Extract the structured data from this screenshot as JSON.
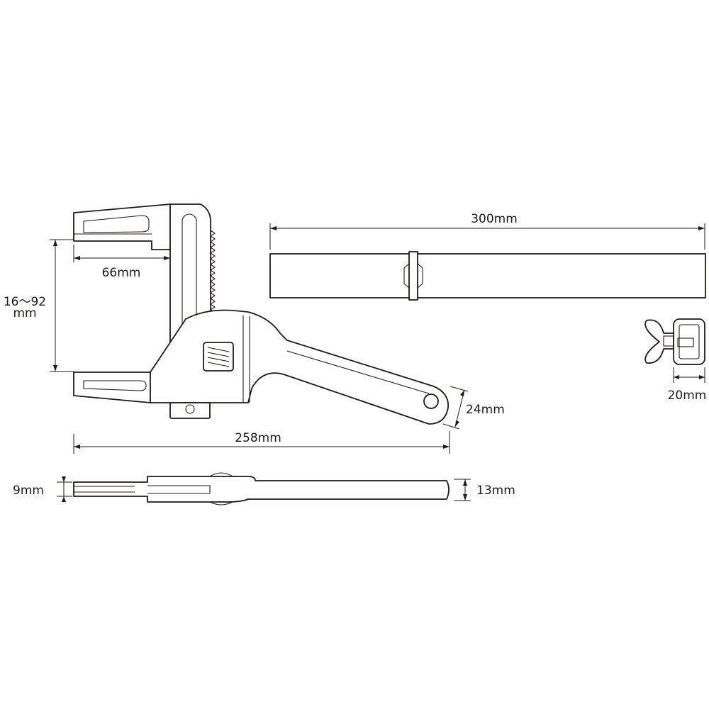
{
  "dimensions": {
    "bar_length": "300mm",
    "jaw_depth": "66mm",
    "jaw_opening_line1": "16～92",
    "jaw_opening_line2": "mm",
    "handle_width": "24mm",
    "overall_length": "258mm",
    "jaw_thickness": "9mm",
    "handle_thickness": "13mm",
    "bar_width": "20mm"
  }
}
